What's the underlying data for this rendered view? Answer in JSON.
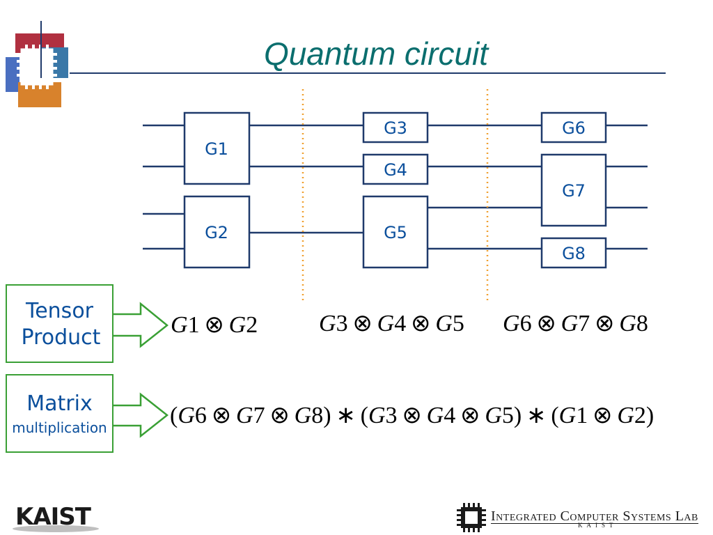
{
  "slide": {
    "title": "Quantum circuit"
  },
  "circuit": {
    "gates": [
      "G1",
      "G2",
      "G3",
      "G4",
      "G5",
      "G6",
      "G7",
      "G8"
    ]
  },
  "labels": {
    "tensor_product": "Tensor Product",
    "matrix_line1": "Matrix",
    "matrix_line2": "multiplication"
  },
  "expressions": {
    "tensor_1": [
      "G1",
      "G2"
    ],
    "tensor_2": [
      "G3",
      "G4",
      "G5"
    ],
    "tensor_3": [
      "G6",
      "G7",
      "G8"
    ],
    "matrix_groups": [
      [
        "G6",
        "G7",
        "G8"
      ],
      [
        "G3",
        "G4",
        "G5"
      ],
      [
        "G1",
        "G2"
      ]
    ]
  },
  "footer": {
    "left_logo": "KAIST",
    "lab_name": "Integrated Computer Systems Lab",
    "lab_subtitle": "KAIST"
  },
  "colors": {
    "title": "#0b6e6e",
    "gate_text": "#0b4f9c",
    "wire": "#1f3a6b",
    "separator": "#f0a030",
    "label_border": "#3aa035"
  }
}
